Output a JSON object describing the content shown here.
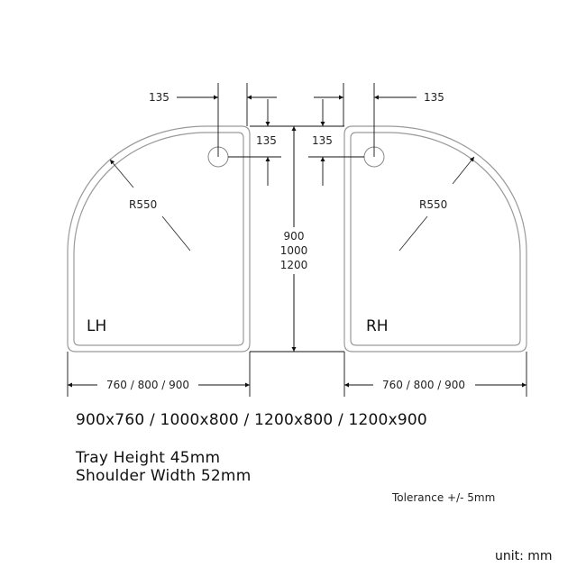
{
  "drawing": {
    "left_tray": {
      "label": "LH",
      "radius_label": "R550",
      "waste_offset_x": "135",
      "waste_offset_y": "135"
    },
    "right_tray": {
      "label": "RH",
      "radius_label": "R550",
      "waste_offset_x": "135",
      "waste_offset_y": "135"
    },
    "length_dims": [
      "900",
      "1000",
      "1200"
    ],
    "width_dim_left": "760 / 800 / 900",
    "width_dim_right": "760 / 800 / 900"
  },
  "specs": {
    "sizes": "900x760 / 1000x800 / 1200x800 / 1200x900",
    "tray_height": "Tray Height 45mm",
    "shoulder_width": "Shoulder Width 52mm",
    "tolerance": "Tolerance +/- 5mm",
    "unit": "unit: mm"
  },
  "colors": {
    "outline": "#9a9a9a",
    "dimension": "#111111",
    "background": "#ffffff"
  }
}
